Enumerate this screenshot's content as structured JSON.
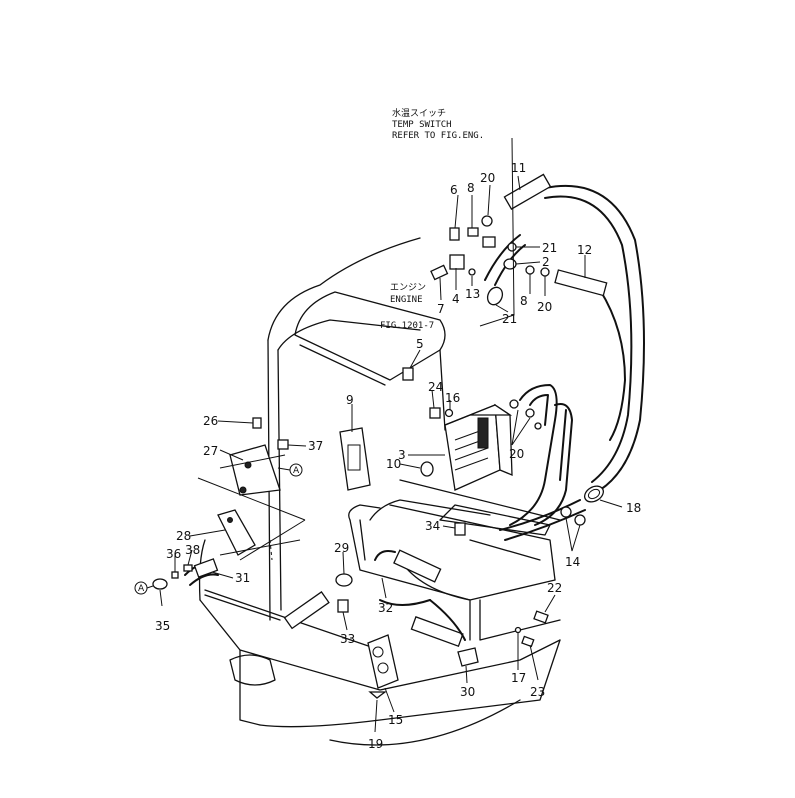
{
  "notes": {
    "temp_switch_jp": "水温スイッチ",
    "temp_switch_en": "TEMP SWITCH",
    "refer_fig_eng": "REFER TO FIG.ENG.",
    "engine_jp": "エンジン",
    "engine_en": "ENGINE",
    "fig_ref": "FIG.1201-7"
  },
  "ref_mark": "A",
  "part_numbers": {
    "p2": "2",
    "p3": "3",
    "p4": "4",
    "p5": "5",
    "p6": "6",
    "p7": "7",
    "p8a": "8",
    "p8b": "8",
    "p9": "9",
    "p10": "10",
    "p11": "11",
    "p12": "12",
    "p13": "13",
    "p14": "14",
    "p15": "15",
    "p16": "16",
    "p17": "17",
    "p18": "18",
    "p19": "19",
    "p20a": "20",
    "p20b": "20",
    "p20c": "20",
    "p21a": "21",
    "p21b": "21",
    "p22": "22",
    "p23": "23",
    "p24": "24",
    "p26": "26",
    "p27": "27",
    "p28": "28",
    "p29": "29",
    "p30": "30",
    "p31": "31",
    "p32": "32",
    "p33": "33",
    "p34": "34",
    "p35": "35",
    "p36": "36",
    "p37": "37",
    "p38": "38"
  }
}
